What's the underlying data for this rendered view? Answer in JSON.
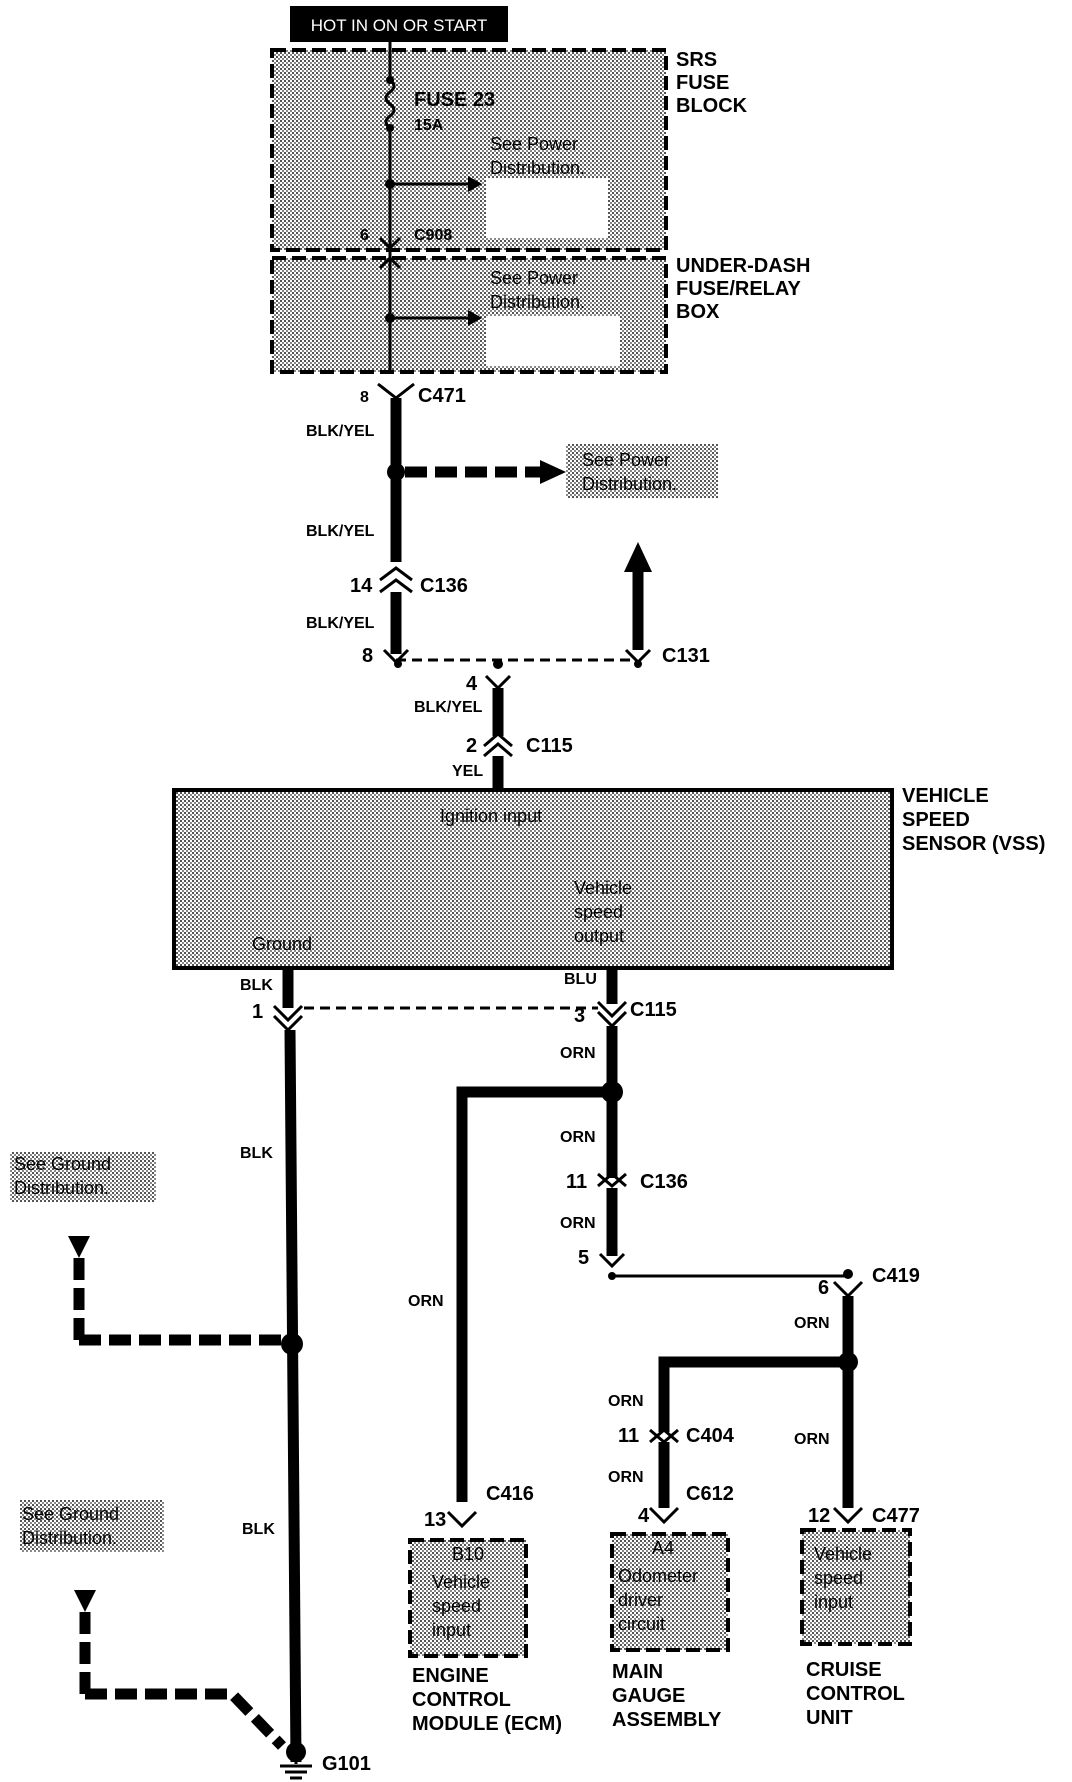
{
  "header": {
    "hot_label": "HOT IN ON OR START"
  },
  "srs_fuse_block": {
    "title_lines": [
      "SRS",
      "FUSE",
      "BLOCK"
    ],
    "fuse_name": "FUSE 23",
    "fuse_rating": "15A",
    "power_note_lines": [
      "See Power",
      "Distribution."
    ],
    "pin": "6",
    "connector": "C908"
  },
  "under_dash_box": {
    "title_lines": [
      "UNDER-DASH",
      "FUSE/RELAY",
      "BOX"
    ],
    "power_note_lines": [
      "See Power",
      "Distribution."
    ]
  },
  "upper_harness": {
    "c471_pin": "8",
    "c471": "C471",
    "wire1": "BLK/YEL",
    "power_note_lines": [
      "See Power",
      "Distribution."
    ],
    "wire2": "BLK/YEL",
    "c136_pin": "14",
    "c136": "C136",
    "wire3": "BLK/YEL",
    "c131_pin": "8",
    "c131": "C131",
    "c115_in_pin4": "4",
    "wire4": "BLK/YEL",
    "c115_pin2": "2",
    "c115": "C115",
    "wire5": "YEL"
  },
  "vss": {
    "title_lines": [
      "VEHICLE",
      "SPEED",
      "SENSOR (VSS)"
    ],
    "ignition_label": "Ignition input",
    "output_lines": [
      "Vehicle",
      "speed",
      "output"
    ],
    "ground_label": "Ground"
  },
  "lower_harness": {
    "ground_wire": "BLK",
    "ground_pin": "1",
    "output_wire": "BLU",
    "output_pin": "3",
    "c115": "C115",
    "orn_a": "ORN",
    "orn_b": "ORN",
    "c136_pin": "11",
    "c136": "C136",
    "orn_c": "ORN",
    "c419_pin_in": "5",
    "c419_pin": "6",
    "c419": "C419",
    "orn_d": "ORN",
    "orn_ecm": "ORN",
    "orn_e": "ORN",
    "c404_pin": "11",
    "c404": "C404",
    "orn_f": "ORN",
    "c612_pin": "4",
    "c612": "C612",
    "orn_g": "ORN",
    "blk_1": "BLK",
    "blk_2": "BLK",
    "ground_note_1_lines": [
      "See Ground",
      "Distribution."
    ],
    "ground_note_2_lines": [
      "See Ground",
      "Distribution."
    ],
    "g101": "G101"
  },
  "ecm": {
    "pin": "13",
    "connector": "C416",
    "cavity": "B10",
    "input_lines": [
      "Vehicle",
      "speed",
      "input"
    ],
    "title_lines": [
      "ENGINE",
      "CONTROL",
      "MODULE (ECM)"
    ]
  },
  "gauge": {
    "cavity": "A4",
    "input_lines": [
      "Odometer",
      "driver",
      "circuit"
    ],
    "title_lines": [
      "MAIN",
      "GAUGE",
      "ASSEMBLY"
    ]
  },
  "cruise": {
    "pin": "12",
    "connector": "C477",
    "input_lines": [
      "Vehicle",
      "speed",
      "input"
    ],
    "title_lines": [
      "CRUISE",
      "CONTROL",
      "UNIT"
    ]
  }
}
